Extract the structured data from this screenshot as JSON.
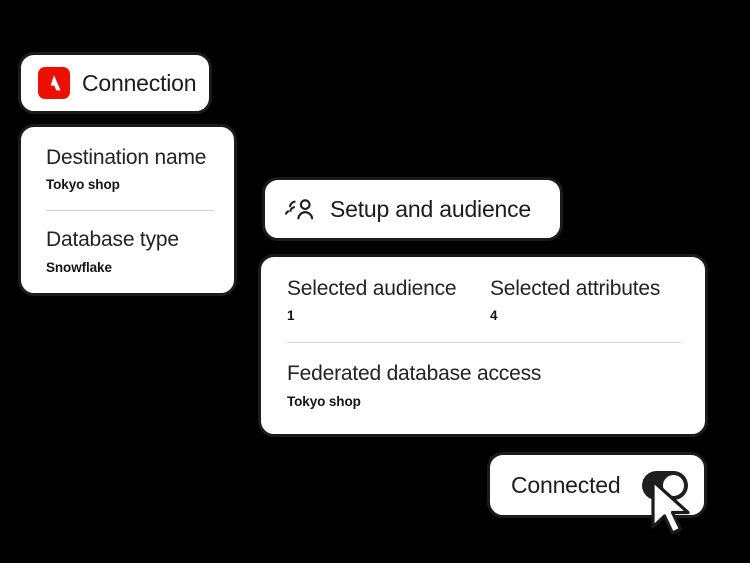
{
  "background_color": "#000000",
  "accent_color": "#eb1000",
  "connection_card": {
    "icon": "adobe-logo-icon",
    "label": "Connection"
  },
  "destination_card": {
    "fields": [
      {
        "title": "Destination name",
        "value": "Tokyo shop"
      },
      {
        "title": "Database type",
        "value": "Snowflake"
      }
    ]
  },
  "setup_card": {
    "icon": "audience-group-icon",
    "label": "Setup and audience"
  },
  "details_card": {
    "stats": [
      {
        "title": "Selected audience",
        "value": "1"
      },
      {
        "title": "Selected attributes",
        "value": "4"
      }
    ],
    "federated": {
      "title": "Federated database access",
      "value": "Tokyo shop"
    }
  },
  "connected_card": {
    "label": "Connected",
    "toggle_state": "on"
  },
  "cursor": {
    "icon": "mouse-pointer-icon"
  }
}
